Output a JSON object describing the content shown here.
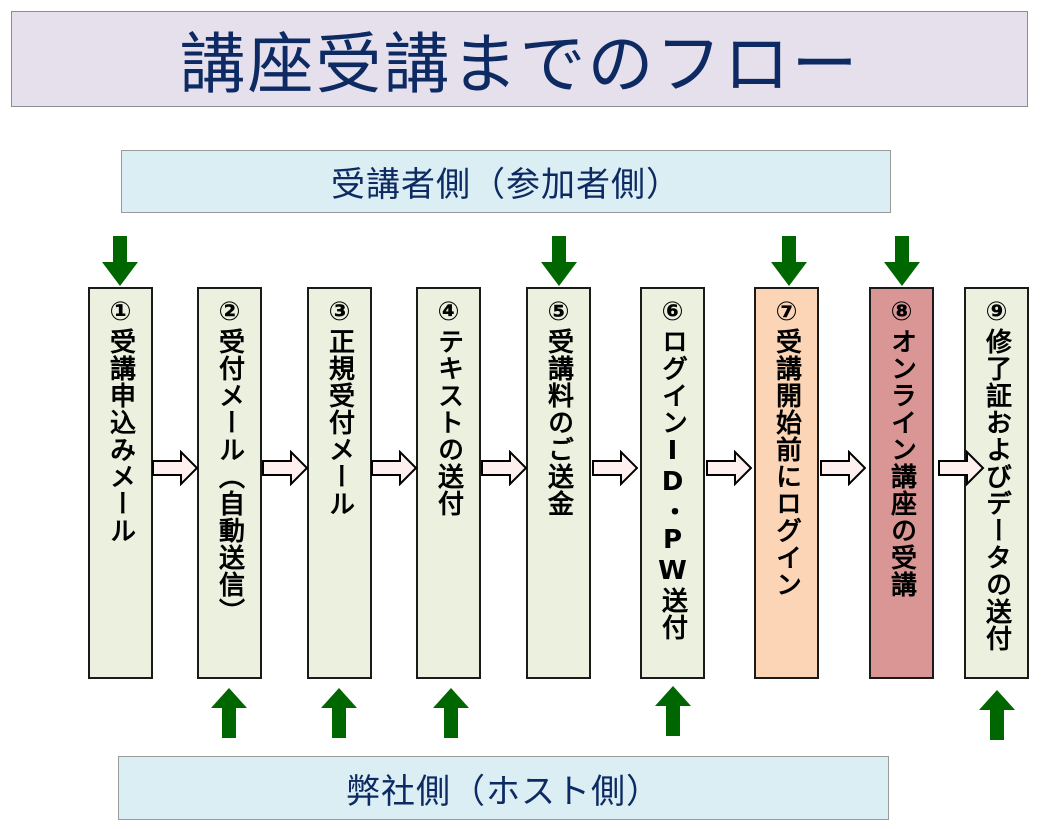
{
  "title": "講座受講までのフロー",
  "participant_side_label": "受講者側（参加者側）",
  "host_side_label": "弊社側（ホスト側）",
  "colors": {
    "title_bg": "#e5e0ec",
    "title_text": "#0d2a63",
    "side_bg": "#daeef3",
    "step_default": "#ebf1de",
    "step_highlight_peach": "#fbd5b5",
    "step_highlight_rose": "#d99694",
    "green_arrow": "#006600",
    "flow_arrow_fill": "#fdf0ee"
  },
  "steps": [
    {
      "number": "①",
      "label": "受講申込みメール",
      "actor": "participant"
    },
    {
      "number": "②",
      "label": "受付メール（自動送信）",
      "actor": "host"
    },
    {
      "number": "③",
      "label": "正規受付メール",
      "actor": "host"
    },
    {
      "number": "④",
      "label": "テキストの送付",
      "actor": "host"
    },
    {
      "number": "⑤",
      "label": "受講料のご送金",
      "actor": "participant"
    },
    {
      "number": "⑥",
      "label": "ログインID・PW送付",
      "actor": "host"
    },
    {
      "number": "⑦",
      "label": "受講開始前にログイン",
      "actor": "participant"
    },
    {
      "number": "⑧",
      "label": "オンライン講座の受講",
      "actor": "participant"
    },
    {
      "number": "⑨",
      "label": "修了証およびデータの送付",
      "actor": "host"
    }
  ],
  "step_texts": {
    "s1": "①受講申込みメール",
    "s2": "②受付メール（自動送信）",
    "s3": "③正規受付メール",
    "s4": "④テキストの送付",
    "s5": "⑤受講料のご送金",
    "s6": "⑥ログインID・PW送付",
    "s7": "⑦受講開始前にログイン",
    "s8": "⑧オンライン講座の受講",
    "s9": "⑨修了証およびデータの送付"
  },
  "icons": {
    "down_arrow": "green-down-arrow",
    "up_arrow": "green-up-arrow",
    "flow_arrow": "block-right-arrow"
  }
}
